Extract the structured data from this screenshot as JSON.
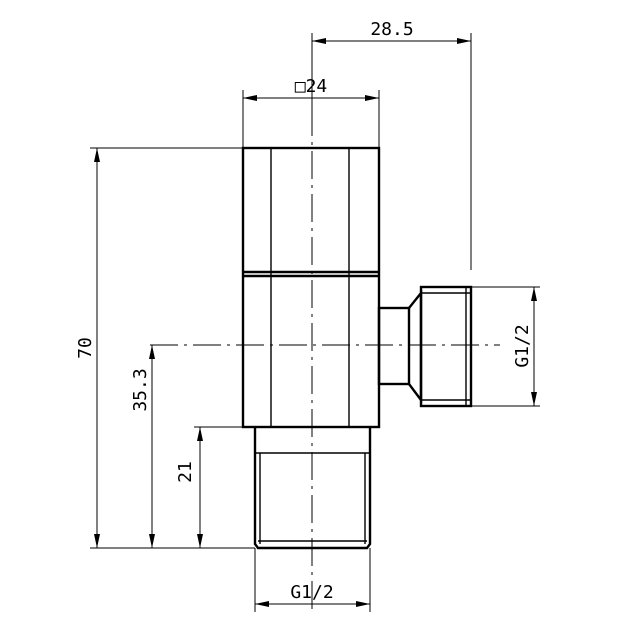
{
  "dimensions": {
    "top_offset": "28.5",
    "hex_width": "24",
    "hex_width_symbol": "□",
    "total_height": "70",
    "outlet_height": "35.3",
    "thread_length": "21",
    "bottom_thread": "G1/2",
    "side_thread": "G1/2"
  }
}
